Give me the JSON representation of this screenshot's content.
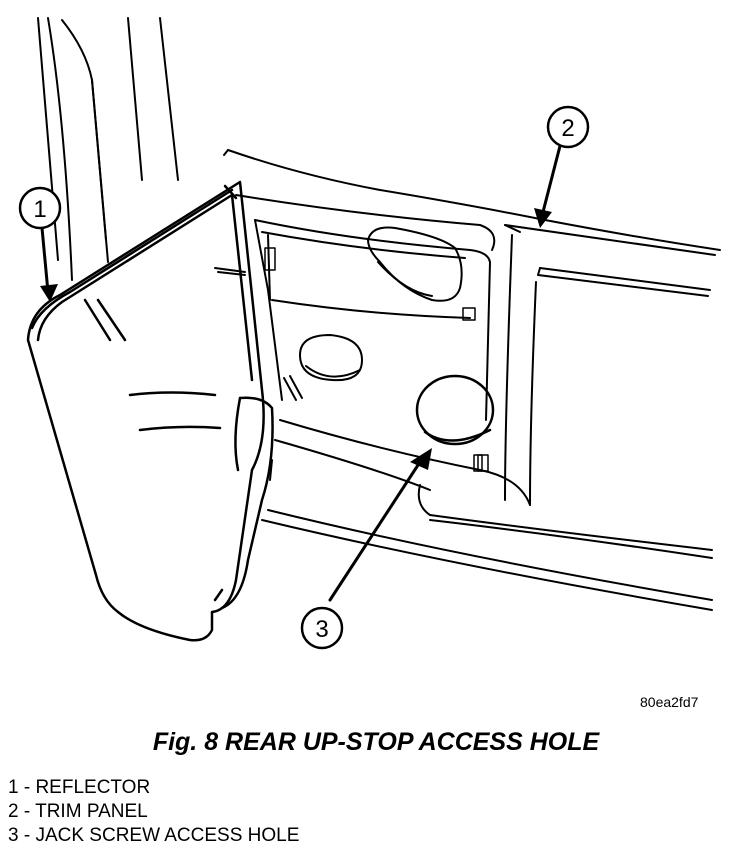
{
  "figure": {
    "caption": "Fig. 8 REAR UP-STOP ACCESS HOLE",
    "reference_code": "80ea2fd7"
  },
  "callouts": [
    {
      "number": "1",
      "label": "REFLECTOR"
    },
    {
      "number": "2",
      "label": "TRIM PANEL"
    },
    {
      "number": "3",
      "label": "JACK SCREW ACCESS HOLE"
    }
  ],
  "legend": [
    "1 - REFLECTOR",
    "2 - TRIM PANEL",
    "3 - JACK SCREW ACCESS HOLE"
  ]
}
